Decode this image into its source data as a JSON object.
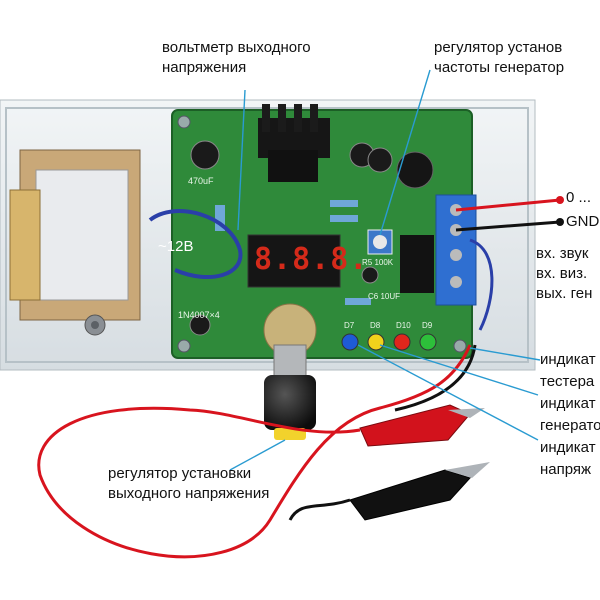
{
  "labels": {
    "voltmeter": [
      "вольтметр выходного",
      "напряжения"
    ],
    "freq_regulator": [
      "регулятор установ",
      "частоты генератор"
    ],
    "out_zero": "0 ...",
    "out_gnd": "GND",
    "inputs": [
      "вх. звук",
      "вх. виз.",
      "вых. ген"
    ],
    "indicators": [
      "индикат",
      "тестера",
      "индикат",
      "генерато",
      "индикат",
      "напряж"
    ],
    "voltage_regulator": [
      "регулятор установки",
      "выходного напряжения"
    ],
    "transformer_voltage": "~12В"
  },
  "display": {
    "digits": "8.8.8."
  },
  "pcb_marks": {
    "cap_470": "470uF",
    "diodes": "1N4007×4",
    "c6": "C6 10UF",
    "r5": "R5 100K"
  },
  "leds": [
    {
      "name": "D7",
      "color": "#1e5bd6"
    },
    {
      "name": "D8",
      "color": "#f2d21c"
    },
    {
      "name": "D10",
      "color": "#e0261c"
    },
    {
      "name": "D9",
      "color": "#2dbf3a"
    }
  ],
  "colors": {
    "pcb": "#2f8a3a",
    "red_wire": "#d8141e",
    "black_wire": "#111111",
    "display": "#d42a1a"
  }
}
